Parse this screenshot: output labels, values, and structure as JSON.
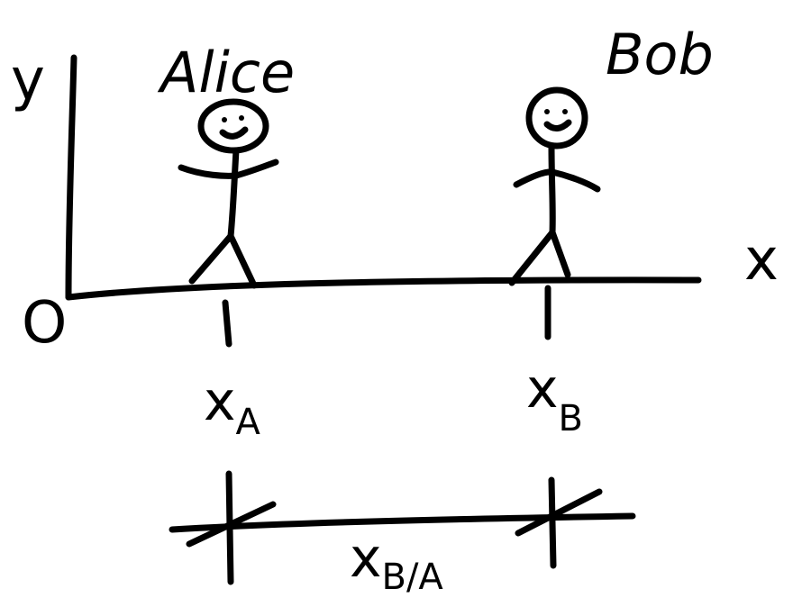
{
  "diagram": {
    "axis_y_label": "y",
    "axis_x_label": "x",
    "origin_label": "O",
    "person_a_name": "Alice",
    "person_b_name": "Bob",
    "pos_a": {
      "main": "x",
      "sub": "A"
    },
    "pos_b": {
      "main": "x",
      "sub": "B"
    },
    "relative": {
      "main": "x",
      "sub": "B/A"
    },
    "ink_color": "#000000",
    "background_color": "#ffffff"
  }
}
